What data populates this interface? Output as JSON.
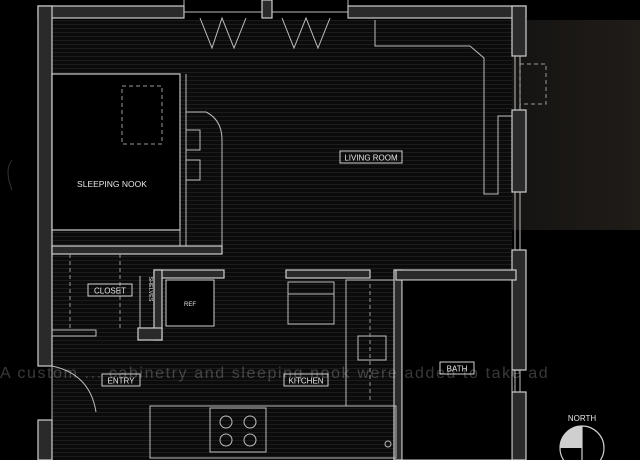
{
  "rooms": {
    "living_room": "LIVING ROOM",
    "sleeping_nook": "SLEEPING NOOK",
    "closet": "CLOSET",
    "shelves": "SHELVES",
    "ref": "REF",
    "entry": "ENTRY",
    "kitchen": "KITCHEN",
    "bath": "BATH"
  },
  "compass": {
    "label": "NORTH"
  },
  "caption": "A custom ... cabinetry and sleeping nook were added to take ad",
  "colors": {
    "background": "#000000",
    "wall_fill": "#2a2a2a",
    "line": "#cfcfcf",
    "floor_hatch": "#161616"
  }
}
